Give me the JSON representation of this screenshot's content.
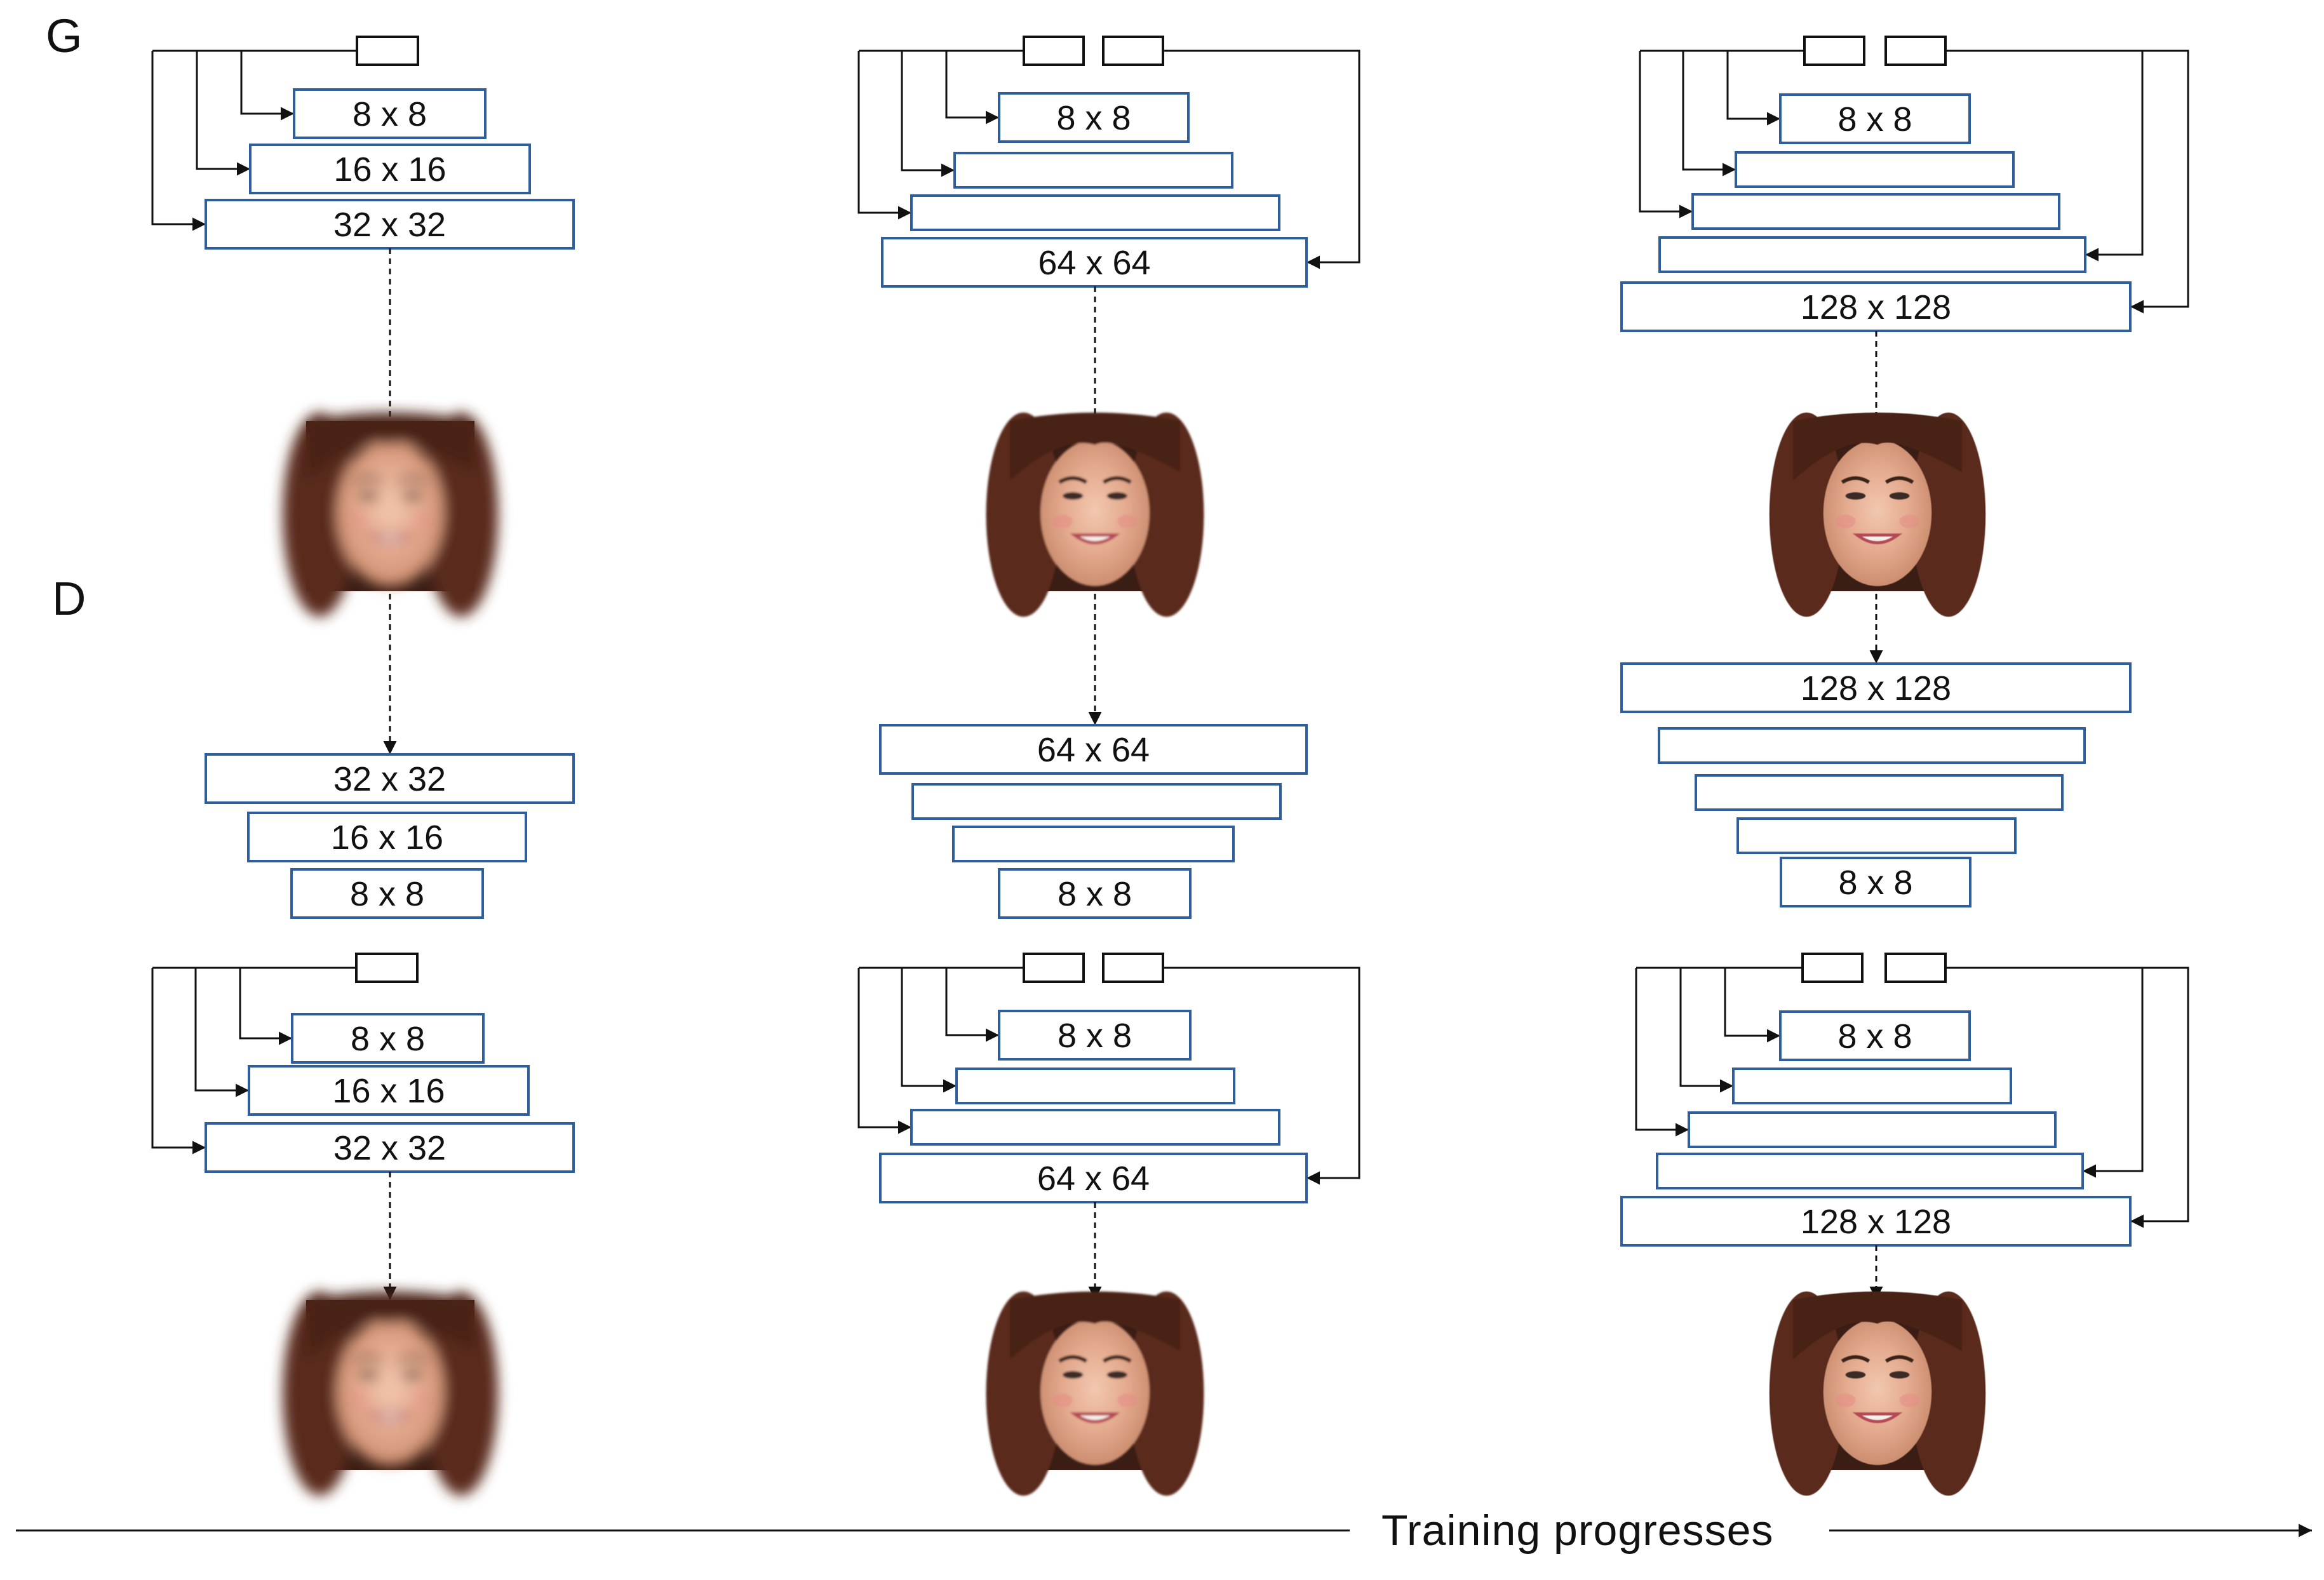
{
  "section_labels": {
    "generator": "G",
    "discriminator": "D"
  },
  "footer": {
    "label": "Training progresses"
  },
  "stages": [
    {
      "generator_layers": [
        "8 x 8",
        "16 x 16",
        "32 x 32"
      ],
      "discriminator_layers": [
        "32 x 32",
        "16 x 16",
        "8 x 8"
      ],
      "generator_layers_bottom": [
        "8 x 8",
        "16 x 16",
        "32 x 32"
      ]
    },
    {
      "generator_layers": [
        "8 x 8",
        "",
        "",
        "64 x 64"
      ],
      "discriminator_layers": [
        "64 x 64",
        "",
        "",
        "8 x 8"
      ],
      "generator_layers_bottom": [
        "8 x 8",
        "",
        "",
        "64 x 64"
      ]
    },
    {
      "generator_layers": [
        "8 x 8",
        "",
        "",
        "",
        "128 x 128"
      ],
      "discriminator_layers": [
        "128 x 128",
        "",
        "",
        "",
        "8 x 8"
      ],
      "generator_layers_bottom": [
        "8 x 8",
        "",
        "",
        "",
        "128 x 128"
      ]
    }
  ],
  "colors": {
    "layer_border": "#2e5e9e",
    "line": "#111111",
    "face_background": "#3a1d14"
  },
  "icons": {
    "face_image": "face-image-icon",
    "arrow": "arrow-icon"
  }
}
